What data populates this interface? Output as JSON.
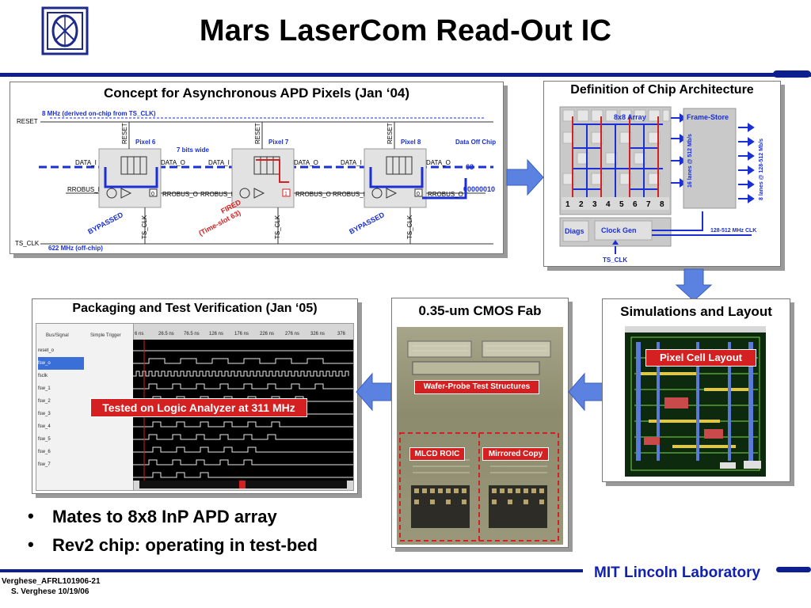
{
  "title": "Mars LaserCom Read-Out IC",
  "colors": {
    "accent": "#1020b0",
    "bar": "#0d1f8f",
    "red": "#d42020"
  },
  "concept": {
    "title": "Concept for Asynchronous APD Pixels (Jan ‘04)",
    "mhz8": "8 MHz (derived on-chip from TS_CLK)",
    "reset": "RESET",
    "pixels": [
      "Pixel 6",
      "Pixel 7",
      "Pixel 8"
    ],
    "bits": "7 bits wide",
    "data_off_chip": "Data Off Chip",
    "data_i": "DATA_I",
    "data_o": "DATA_O",
    "rrobus_i": "RROBUS_I",
    "rrobus_o": "RROBUS_O",
    "bit_out": "63",
    "code": "00000010",
    "bypassed": "BYPASSED",
    "fired": "FIRED",
    "timeslot": "(Time-slot 63)",
    "ts_clk": "TS_CLK",
    "mhz622": "622 MHz (off-chip)",
    "vals": [
      "0",
      "1",
      "0"
    ]
  },
  "arch": {
    "title": "Definition of Chip Architecture",
    "array": "8x8 Array",
    "framestore": "Frame-Store",
    "lanes16": "16 lanes @ 512 Mb/s",
    "lanes8": "8 lanes @ 128-512 Mb/s",
    "cols": [
      "1",
      "2",
      "3",
      "4",
      "5",
      "6",
      "7",
      "8"
    ],
    "diags": "Diags",
    "clockgen": "Clock Gen",
    "clk": "128-512 MHz CLK",
    "ts_clk": "TS_CLK"
  },
  "packaging": {
    "title": "Packaging and Test Verification (Jan ‘05)",
    "col1": "Bus/Signal",
    "col2": "Simple Trigger",
    "signals": [
      "reset_o",
      "fsw_o",
      "fsclk",
      "fsw_1",
      "fsw_2",
      "fsw_3",
      "fsw_4",
      "fsw_5",
      "fsw_6",
      "fsw_7"
    ],
    "times": [
      "6 ns",
      "26.5 ns",
      "76.5 ns",
      "126 ns",
      "176 ns",
      "226 ns",
      "276 ns",
      "326 ns",
      "376"
    ],
    "tag": "Tested on Logic Analyzer at 311 MHz"
  },
  "fab": {
    "title": "0.35-um CMOS Fab",
    "wafer": "Wafer-Probe Test Structures",
    "mlcd": "MLCD ROIC",
    "mirrored": "Mirrored Copy"
  },
  "sim": {
    "title": "Simulations and Layout",
    "tag": "Pixel Cell Layout"
  },
  "bullets": [
    "Mates to 8x8 InP APD array",
    "Rev2 chip: operating in test-bed"
  ],
  "footer": {
    "line1": "Verghese_AFRL101906-21",
    "line2": "S. Verghese 10/19/06",
    "lab": "MIT Lincoln Laboratory"
  }
}
